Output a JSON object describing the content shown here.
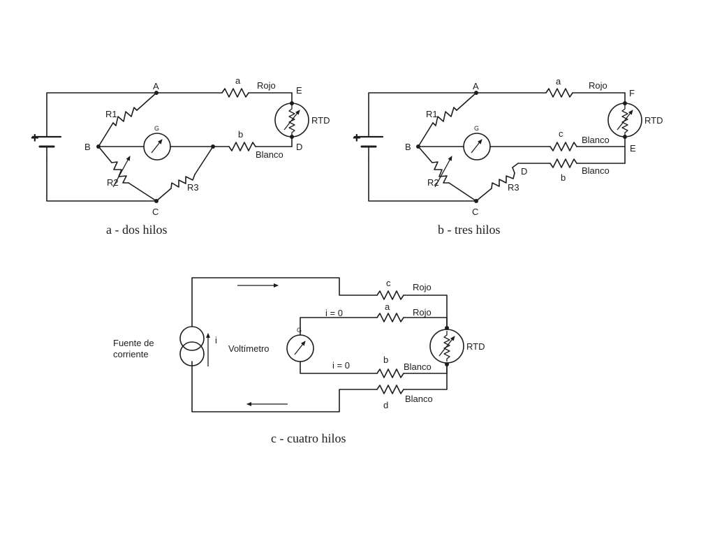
{
  "diagram_a": {
    "caption": "a - dos hilos",
    "nodes": {
      "A": "A",
      "B": "B",
      "C": "C",
      "D": "D",
      "E": "E"
    },
    "wire_a": "a",
    "wire_b": "b",
    "rojo": "Rojo",
    "blanco": "Blanco",
    "r1": "R1",
    "r2": "R2",
    "r3": "R3",
    "rtd": "RTD",
    "galv": "G",
    "battery_plus": "+"
  },
  "diagram_b": {
    "caption": "b - tres hilos",
    "nodes": {
      "A": "A",
      "B": "B",
      "C": "C",
      "D": "D",
      "E": "E",
      "F": "F"
    },
    "wire_a": "a",
    "wire_b": "b",
    "wire_c": "c",
    "rojo": "Rojo",
    "blanco_1": "Blanco",
    "blanco_2": "Blanco",
    "r1": "R1",
    "r2": "R2",
    "r3": "R3",
    "rtd": "RTD",
    "galv": "G",
    "battery_plus": "+"
  },
  "diagram_c": {
    "caption": "c - cuatro hilos",
    "source": [
      "Fuente de",
      "corriente"
    ],
    "current": "i",
    "voltmeter": "Voltímetro",
    "galv": "G",
    "i_zero_1": "i = 0",
    "i_zero_2": "i = 0",
    "wire_a": "a",
    "wire_b": "b",
    "wire_c": "c",
    "wire_d": "d",
    "rojo_1": "Rojo",
    "rojo_2": "Rojo",
    "blanco_1": "Blanco",
    "blanco_2": "Blanco",
    "rtd": "RTD"
  }
}
